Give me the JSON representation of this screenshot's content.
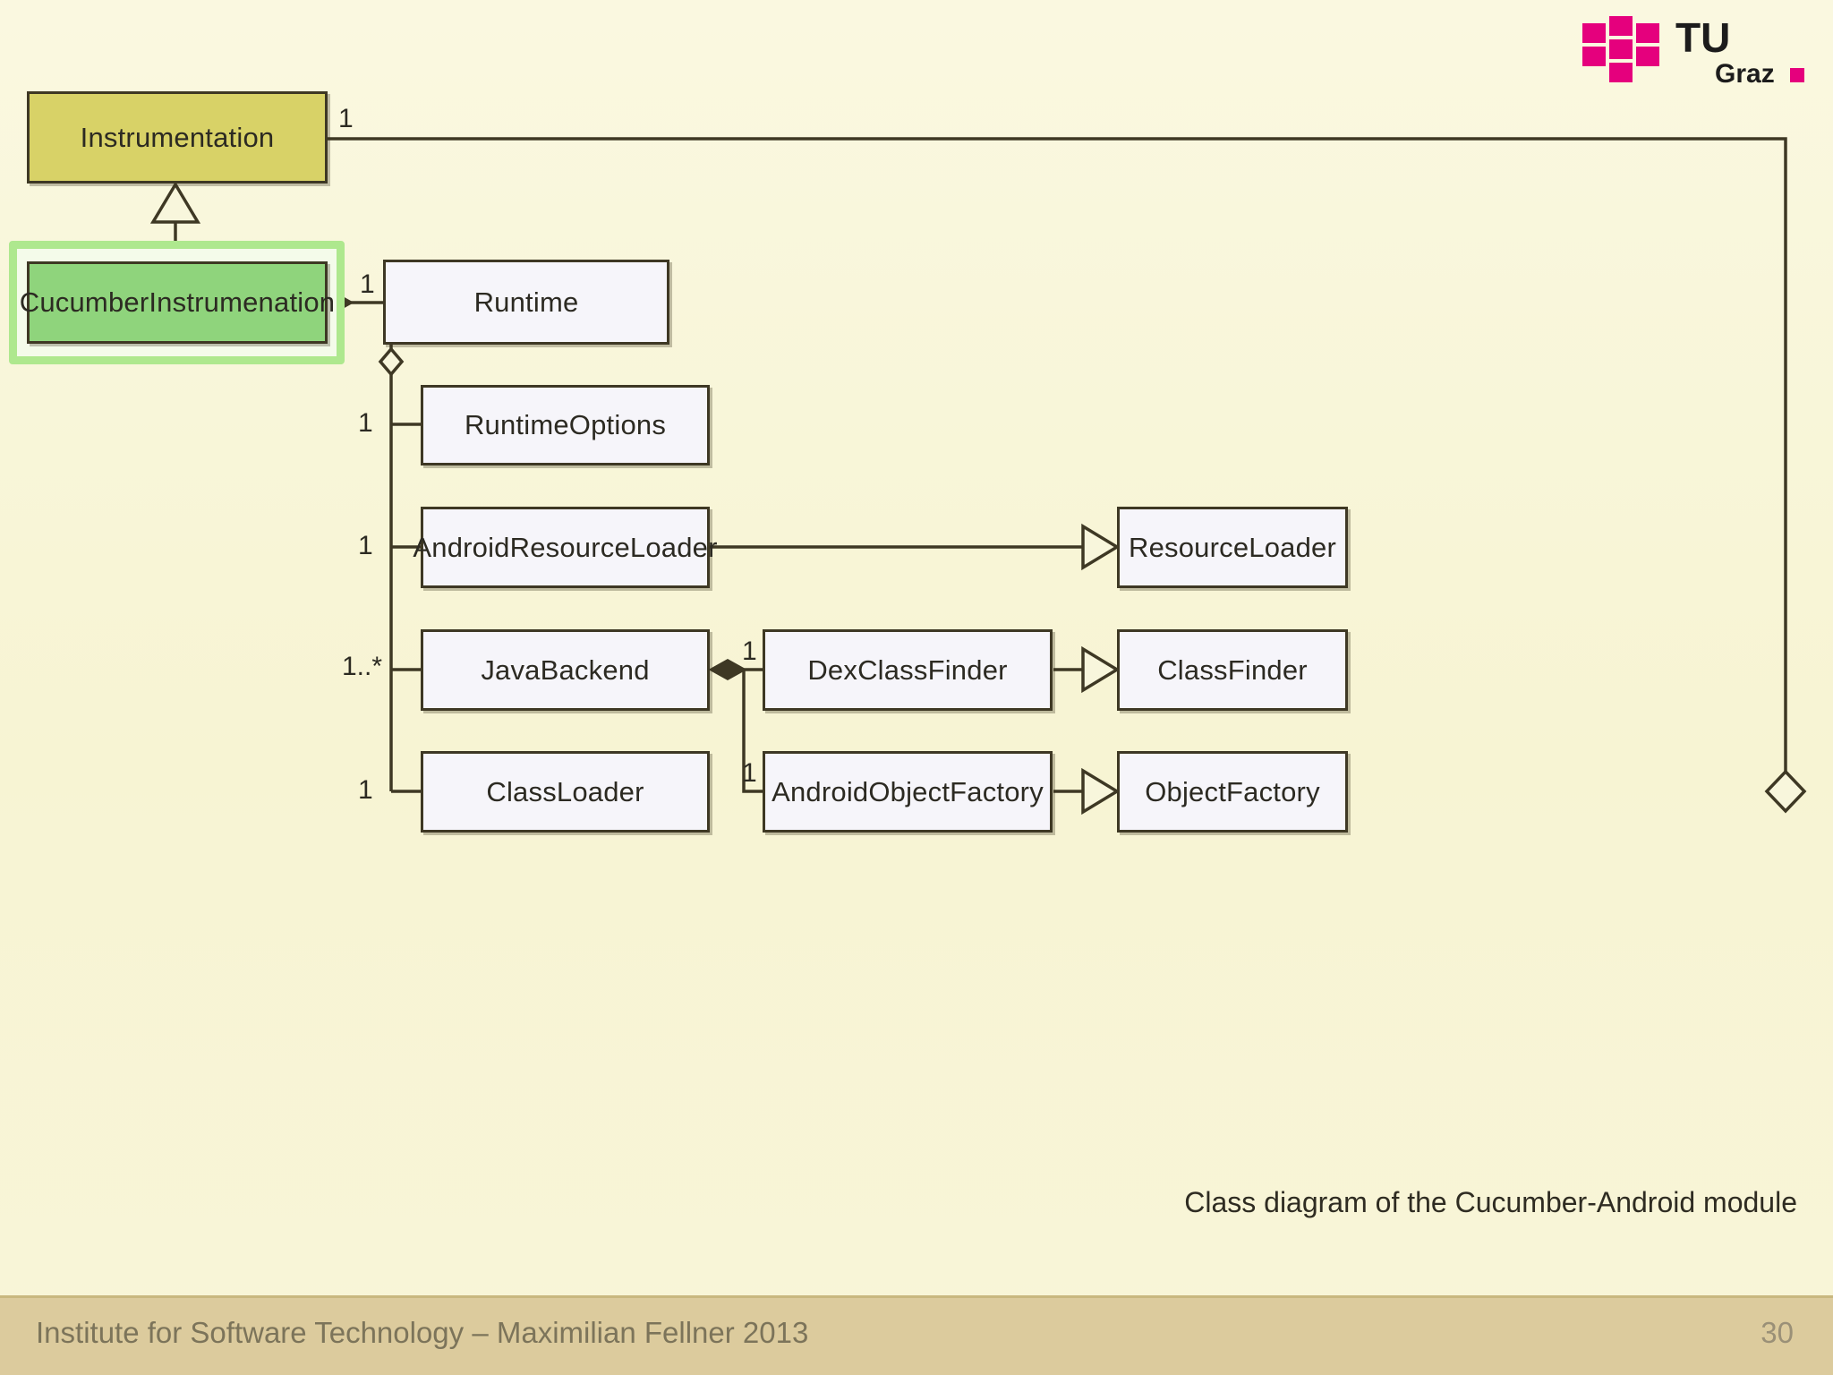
{
  "slide": {
    "caption": "Class diagram of the Cucumber-Android module",
    "background_color": "#F8F6DC"
  },
  "logo": {
    "name": "tu-graz-logo",
    "line1": "TU",
    "line2": "Graz",
    "color": "#E5007D"
  },
  "footer": {
    "text": "Institute for Software Technology – Maximilian Fellner 2013",
    "page_number": "30",
    "bar_color": "#DCCB9D"
  },
  "classes": {
    "instrumentation": {
      "label": "Instrumentation",
      "fill": "#D8D267"
    },
    "cucumber_instrumenation": {
      "label": "CucumberInstrumenation",
      "fill": "#8FD47C"
    },
    "runtime": {
      "label": "Runtime",
      "fill": "#F6F5FA"
    },
    "runtime_options": {
      "label": "RuntimeOptions",
      "fill": "#F6F5FA"
    },
    "android_resource_loader": {
      "label": "AndroidResourceLoader",
      "fill": "#F6F5FA"
    },
    "resource_loader": {
      "label": "ResourceLoader",
      "fill": "#F6F5FA"
    },
    "java_backend": {
      "label": "JavaBackend",
      "fill": "#F6F5FA"
    },
    "dex_class_finder": {
      "label": "DexClassFinder",
      "fill": "#F6F5FA"
    },
    "class_finder": {
      "label": "ClassFinder",
      "fill": "#F6F5FA"
    },
    "class_loader": {
      "label": "ClassLoader",
      "fill": "#F6F5FA"
    },
    "android_object_factory": {
      "label": "AndroidObjectFactory",
      "fill": "#F6F5FA"
    },
    "object_factory": {
      "label": "ObjectFactory",
      "fill": "#F6F5FA"
    }
  },
  "multiplicities": {
    "instrumentation_right": "1",
    "runtime_left": "1",
    "runtime_options": "1",
    "android_resource_loader": "1",
    "java_backend": "1..*",
    "class_loader": "1",
    "dex_class_finder": "1",
    "android_object_factory": "1"
  },
  "relationships": [
    {
      "name": "generalization-cucumber-to-instrumentation",
      "type": "generalization",
      "from": "CucumberInstrumenation",
      "to": "Instrumentation"
    },
    {
      "name": "composition-runtime-to-cucumber",
      "type": "composition",
      "from": "Runtime",
      "to": "CucumberInstrumenation",
      "multiplicity": "1"
    },
    {
      "name": "aggregation-runtime-to-runtimeoptions",
      "type": "aggregation",
      "from": "Runtime",
      "to": "RuntimeOptions",
      "multiplicity": "1"
    },
    {
      "name": "aggregation-runtime-to-androidresourceloader",
      "type": "aggregation",
      "from": "Runtime",
      "to": "AndroidResourceLoader",
      "multiplicity": "1"
    },
    {
      "name": "aggregation-runtime-to-javabackend",
      "type": "aggregation",
      "from": "Runtime",
      "to": "JavaBackend",
      "multiplicity": "1..*"
    },
    {
      "name": "aggregation-runtime-to-classloader",
      "type": "aggregation",
      "from": "Runtime",
      "to": "ClassLoader",
      "multiplicity": "1"
    },
    {
      "name": "generalization-androidresourceloader-to-resourceloader",
      "type": "generalization",
      "from": "AndroidResourceLoader",
      "to": "ResourceLoader"
    },
    {
      "name": "composition-javabackend-to-dexclassfinder",
      "type": "composition",
      "from": "JavaBackend",
      "to": "DexClassFinder",
      "multiplicity": "1"
    },
    {
      "name": "composition-javabackend-to-androidobjectfactory",
      "type": "composition",
      "from": "JavaBackend",
      "to": "AndroidObjectFactory",
      "multiplicity": "1"
    },
    {
      "name": "generalization-dexclassfinder-to-classfinder",
      "type": "generalization",
      "from": "DexClassFinder",
      "to": "ClassFinder"
    },
    {
      "name": "generalization-androidobjectfactory-to-objectfactory",
      "type": "generalization",
      "from": "AndroidObjectFactory",
      "to": "ObjectFactory"
    },
    {
      "name": "aggregation-objectfactory-to-instrumentation",
      "type": "aggregation",
      "from": "ObjectFactory",
      "to": "Instrumentation",
      "multiplicity": "1"
    }
  ]
}
